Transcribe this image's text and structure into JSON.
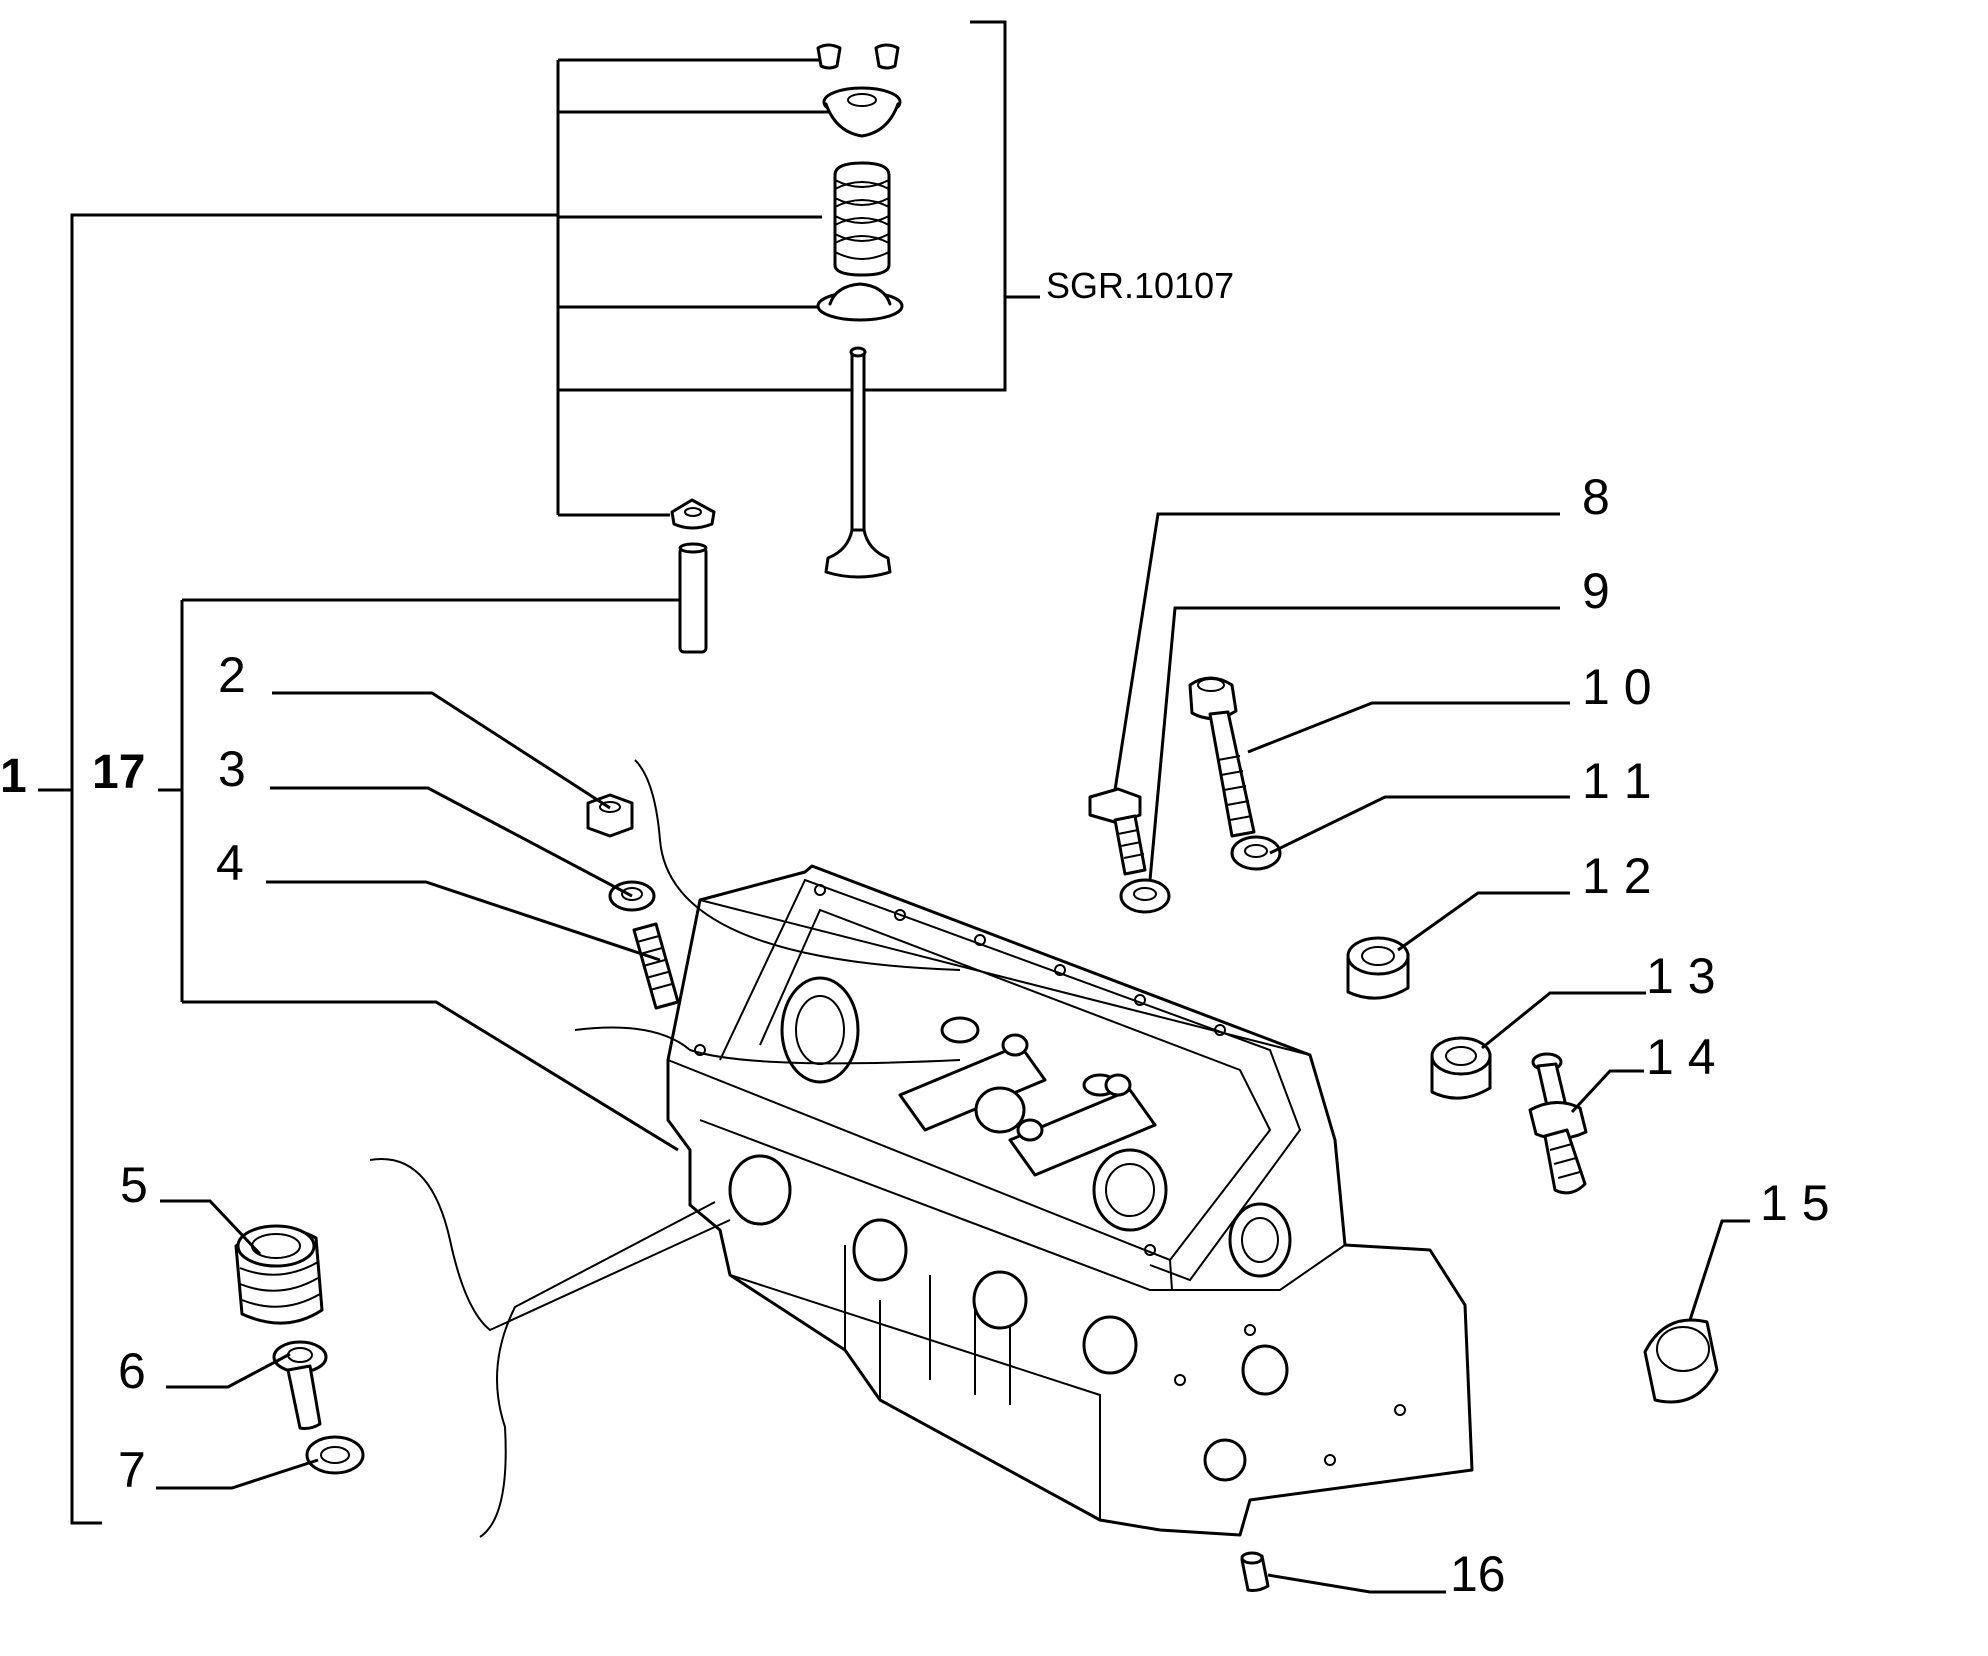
{
  "diagram": {
    "reference_code": "SGR.10107",
    "labels": {
      "p1": "1",
      "p2": "2",
      "p3": "3",
      "p4": "4",
      "p5": "5",
      "p6": "6",
      "p7": "7",
      "p8": "8",
      "p9": "9",
      "p10": "1 0",
      "p11": "1 1",
      "p12": "1 2",
      "p13": "1 3",
      "p14": "1 4",
      "p15": "1 5",
      "p16": "16",
      "p17": "17"
    }
  }
}
